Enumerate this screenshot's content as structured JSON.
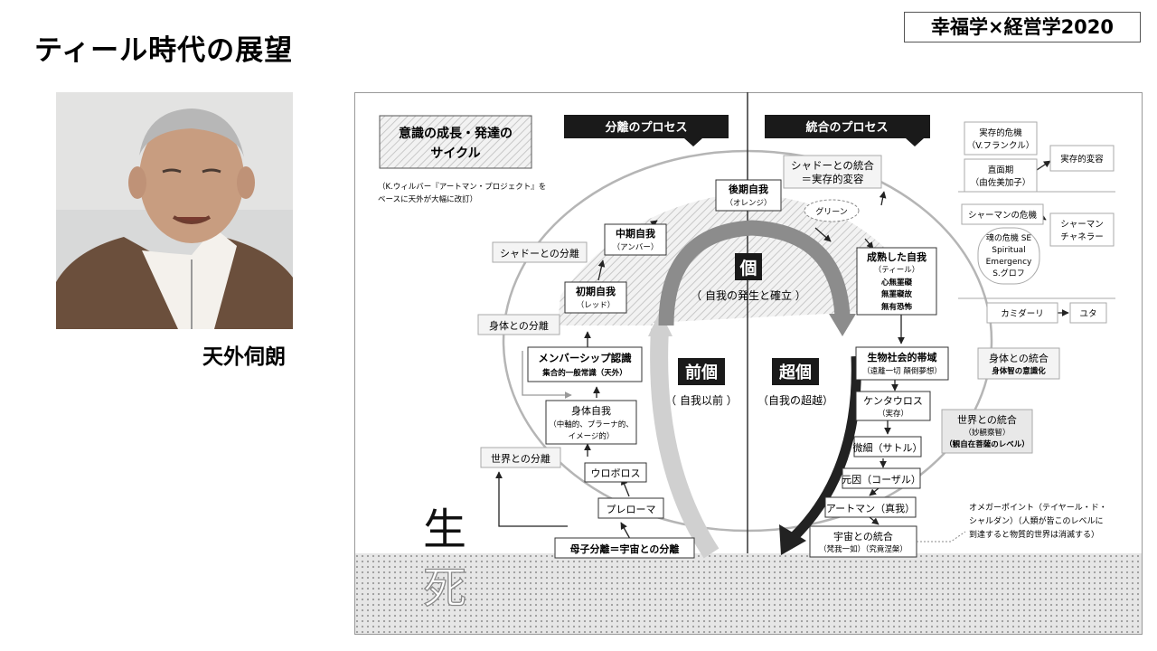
{
  "slide": {
    "title": "ティール時代の展望",
    "brand": "幸福学×経営学2020",
    "caption": "天外伺朗"
  },
  "diagram": {
    "title_line1": "意識の成長・発達の",
    "title_line2": "サイクル",
    "source_line1": "（K.ウィルバー『アートマン・プロジェクト』を",
    "source_line2": "ベースに天外が大幅に改訂）",
    "separation_banner": "分離のプロセス",
    "integration_banner": "統合のプロセス",
    "center": {
      "ko": "個",
      "ko_sub": "（ 自我の発生と確立 ）",
      "zenko": "前個",
      "zenko_sub": "（ 自我以前 ）",
      "choko": "超個",
      "choko_sub": "（自我の超越）"
    },
    "life": "生",
    "death": "死",
    "left_nodes": {
      "boshi": "母子分離＝宇宙との分離",
      "pleroma": "プレローマ",
      "uroboros": "ウロボロス",
      "shintai1": "身体自我",
      "shintai2": "（中軸的、プラーナ的、",
      "shintai3": "イメージ的）",
      "member1": "メンバーシップ認識",
      "member2": "集合的一般常識（天外）",
      "shoki1": "初期自我",
      "shoki2": "（レッド）",
      "chuki1": "中期自我",
      "chuki2": "（アンバー）",
      "koki1": "後期自我",
      "koki2": "（オレンジ）",
      "shadow_sep": "シャドーとの分離",
      "body_sep": "身体との分離",
      "world_sep": "世界との分離"
    },
    "right_nodes": {
      "shadow_int1": "シャドーとの統合",
      "shadow_int2": "＝実存的変容",
      "green": "グリーン",
      "mature1": "成熟した自我",
      "mature2": "（ティール）",
      "mature3": "心無罣礙",
      "mature4": "無罣礙故",
      "mature5": "無有恐怖",
      "bio1": "生物社会的帯域",
      "bio2": "（遠離一切 顛倒夢想）",
      "centaur1": "ケンタウロス",
      "centaur2": "（実存）",
      "subtle": "微細（サトル）",
      "causal": "元因（コーザル）",
      "atman": "アートマン（真我）",
      "cosmos1": "宇宙との統合",
      "cosmos2": "（梵我一如）（究竟涅槃）",
      "body_int1": "身体との統合",
      "body_int2": "身体智の意識化",
      "world_int1": "世界との統合",
      "world_int2": "（妙観察智）",
      "world_int3": "（観自在菩薩のレベル）"
    },
    "side": {
      "crisis1": "実存的危機",
      "crisis2": "（V.フランクル）",
      "chokumen1": "直面期",
      "chokumen2": "（由佐美加子）",
      "exist_trans": "実存的変容",
      "shaman_crisis": "シャーマンの危機",
      "se1": "魂の危機 SE",
      "se2": "Spiritual",
      "se3": "Emergency",
      "se4": "S.グロフ",
      "shaman1": "シャーマン",
      "shaman2": "チャネラー",
      "kamidari": "カミダーリ",
      "yuta": "ユタ"
    },
    "omega1": "オメガーポイント（テイヤール・ド・",
    "omega2": "シャルダン）（人類が皆このレベルに",
    "omega3": "到達すると物質的世界は消滅する）"
  }
}
